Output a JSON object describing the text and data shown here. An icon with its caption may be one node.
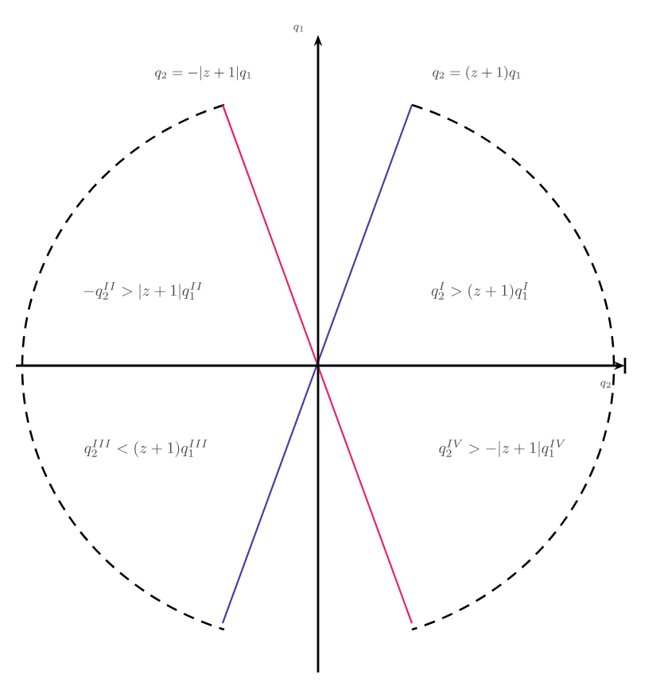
{
  "diagram": {
    "labels": [
      "q_1",
      "q_2 = -|z+1|q_1",
      "q_2 = (z+1)q_1",
      "-q_2^{II} > |z+1|q_1^{II}",
      "q_2^{I} > (z+1)q_1^{I}",
      "q_2",
      "q_2^{III} < (z+1)q_1^{III}",
      "q_2^{IV} > -|z+1|q_1^{IV}"
    ]
  }
}
